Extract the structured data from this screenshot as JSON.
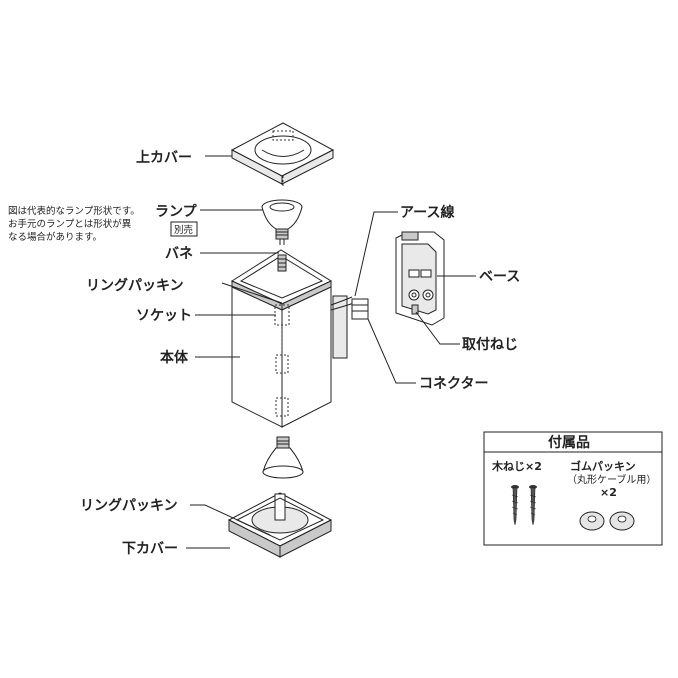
{
  "labels": {
    "top_cover": "上カバー",
    "lamp": "ランプ",
    "sold_separately": "別売",
    "spring": "バネ",
    "ring_packing_top": "リングパッキン",
    "socket": "ソケット",
    "body": "本体",
    "earth_wire": "アース線",
    "base": "ベース",
    "mounting_screw": "取付ねじ",
    "connector": "コネクター",
    "ring_packing_bottom": "リングパッキン",
    "bottom_cover": "下カバー"
  },
  "note_lines": [
    "図は代表的なランプ形状です。",
    "お手元のランプとは形状が異",
    "なる場合があります。"
  ],
  "accessories": {
    "title": "付属品",
    "wood_screw": "木ねじ×2",
    "rubber_packing": "ゴムパッキン",
    "rubber_packing_sub": "（丸形ケーブル用）",
    "rubber_packing_qty": "×2"
  }
}
